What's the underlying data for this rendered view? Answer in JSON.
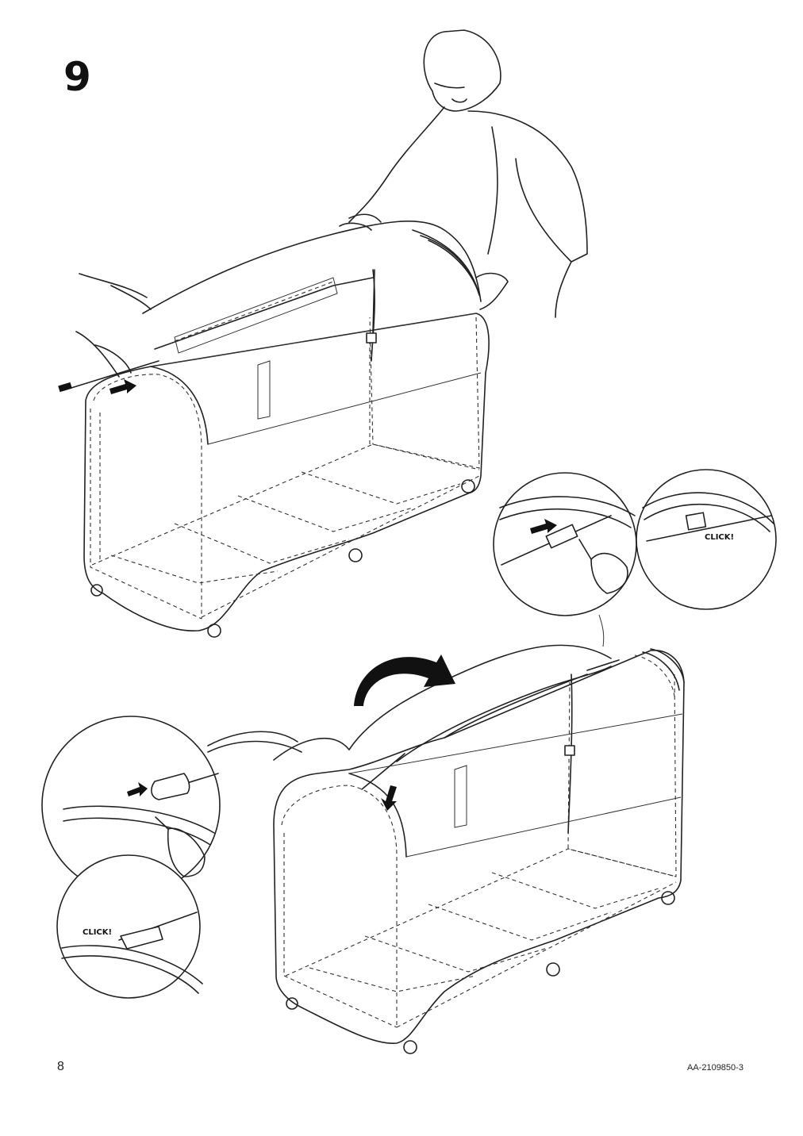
{
  "page": {
    "step_number": "9",
    "page_number": "8",
    "document_code": "AA-2109850-3"
  },
  "callouts": {
    "top_right_click": "CLICK!",
    "bottom_left_click": "CLICK!"
  }
}
